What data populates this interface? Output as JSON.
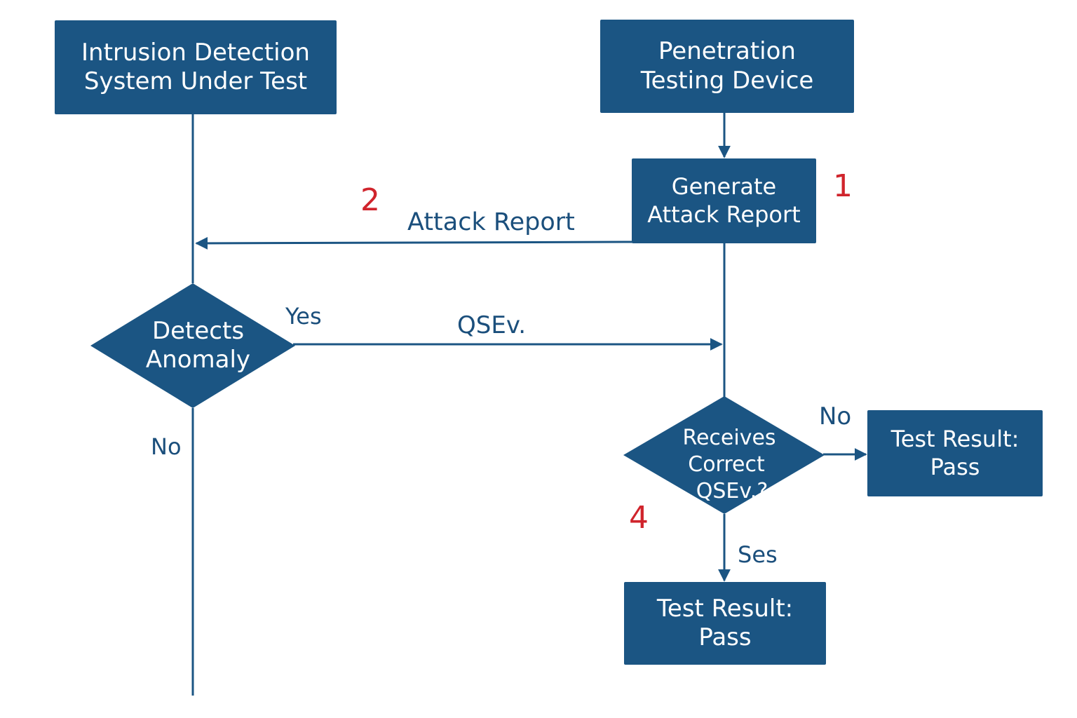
{
  "colors": {
    "box_fill": "#1b5583",
    "line": "#1b5583",
    "label_text": "#1b4f7c",
    "step_number": "#d0242c",
    "box_text": "#ffffff"
  },
  "nodes": {
    "ids": {
      "line1": "Intrusion Detection",
      "line2": "System Under Test"
    },
    "pen_device": {
      "line1": "Penetration",
      "line2": "Testing Device"
    },
    "generate": {
      "line1": "Generate",
      "line2": "Attack Report"
    },
    "detects": {
      "line1": "Detects",
      "line2": "Anomaly"
    },
    "receives": {
      "line1": "Receives",
      "line2": "Correct",
      "line3": "QSEv.?"
    },
    "result_right": {
      "line1": "Test Result:",
      "line2": "Pass"
    },
    "result_bottom": {
      "line1": "Test Result:",
      "line2": "Pass"
    }
  },
  "edge_labels": {
    "attack_report": "Attack Report",
    "yes": "Yes",
    "qsev": "QSEv.",
    "no_left": "No",
    "no_right": "No",
    "ses": "Ses"
  },
  "step_numbers": {
    "one": "1",
    "two": "2",
    "four": "4"
  }
}
